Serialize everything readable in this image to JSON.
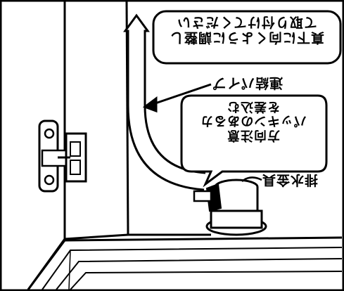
{
  "callout_top": {
    "lines": [
      "真下に向くように調整し",
      "て取り付けてください"
    ]
  },
  "pipe_label": "連結パイプ",
  "gasket_label": {
    "lines": [
      "方向注意",
      "パッキンのあるカ",
      "を差込む"
    ]
  },
  "drain_label": "排水金具",
  "orientation": "rotated-180"
}
